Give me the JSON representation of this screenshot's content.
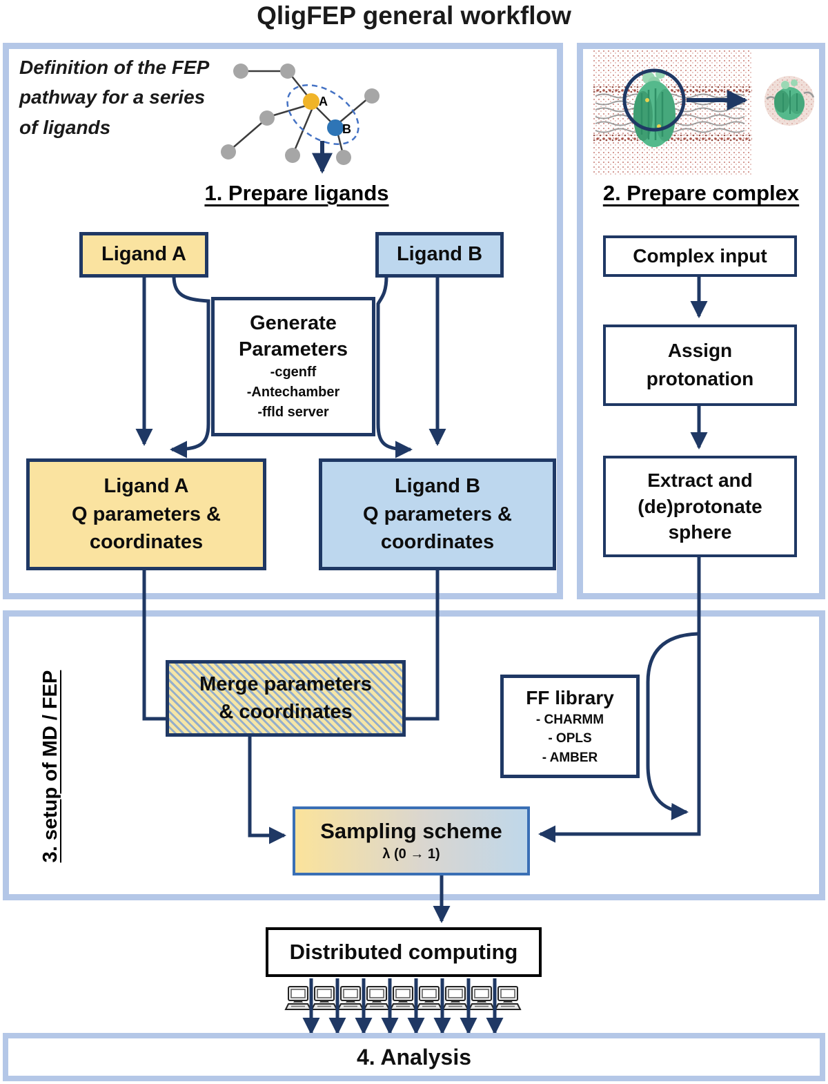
{
  "title": "QligFEP general workflow",
  "colors": {
    "connector": "#1f3864",
    "panel_border": "#b4c7e7",
    "box_border": "#1f3864",
    "ligand_a_fill": "#fae3a0",
    "ligand_b_fill": "#bdd7ee",
    "merge_hatch_yellow": "#f6e6a6",
    "merge_hatch_blue": "#94aecb",
    "sampling_border": "#3a6fb5",
    "sampling_gradient_left": "#fbe39b",
    "sampling_gradient_right": "#bfd7ea",
    "distributed_border": "#000000",
    "node_gray": "#a6a6a6",
    "node_a_fill": "#f0b429",
    "node_b_fill": "#2e75b6"
  },
  "panel1": {
    "caption": "Definition of the FEP pathway for a series of ligands",
    "heading": "1. Prepare ligands",
    "graph_labels": {
      "a": "A",
      "b": "B"
    },
    "ligand_a_label": "Ligand A",
    "ligand_b_label": "Ligand B",
    "generate_params": {
      "title": "Generate Parameters",
      "items": [
        "-cgenff",
        "-Antechamber",
        "-ffld server"
      ]
    },
    "ligand_a_q_lines": [
      "Ligand A",
      "Q parameters &",
      "coordinates"
    ],
    "ligand_b_q_lines": [
      "Ligand B",
      "Q parameters &",
      "coordinates"
    ]
  },
  "panel2": {
    "heading": "2. Prepare complex",
    "complex_input_label": "Complex input",
    "assign_lines": [
      "Assign",
      "protonation"
    ],
    "extract_lines": [
      "Extract and",
      "(de)protonate",
      "sphere"
    ]
  },
  "panel3": {
    "side_label": "3. setup of MD / FEP",
    "merge_lines": [
      "Merge parameters",
      "& coordinates"
    ],
    "ff_library": {
      "title": "FF library",
      "items": [
        "- CHARMM",
        "- OPLS",
        "- AMBER"
      ]
    },
    "sampling": {
      "title": "Sampling scheme",
      "subtitle": "λ (0 → 1)"
    }
  },
  "distributed_label": "Distributed computing",
  "computers_count": 9,
  "analysis_label": "4. Analysis"
}
